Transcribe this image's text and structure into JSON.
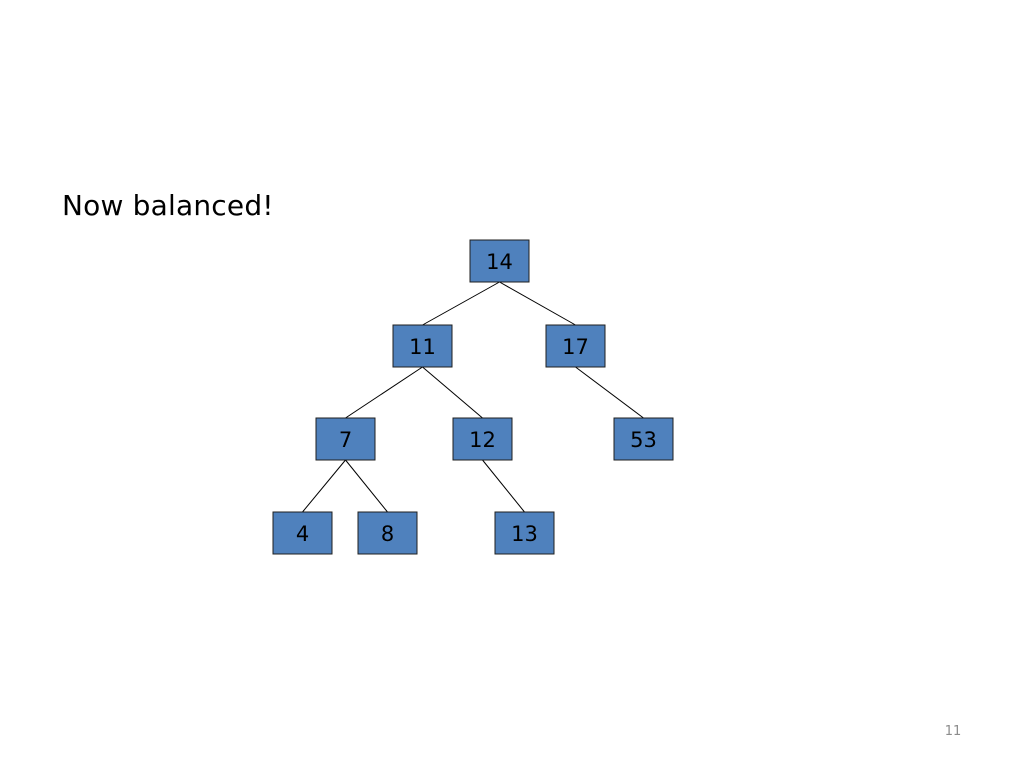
{
  "slide": {
    "heading": "Now balanced!",
    "page_number": "11"
  },
  "tree": {
    "node_fill": "#4f81bd",
    "node_border": "#1f1f1f",
    "edge_color": "#000000",
    "nodes": [
      {
        "id": "n14",
        "label": "14"
      },
      {
        "id": "n11",
        "label": "11"
      },
      {
        "id": "n17",
        "label": "17"
      },
      {
        "id": "n7",
        "label": "7"
      },
      {
        "id": "n12",
        "label": "12"
      },
      {
        "id": "n53",
        "label": "53"
      },
      {
        "id": "n4",
        "label": "4"
      },
      {
        "id": "n8",
        "label": "8"
      },
      {
        "id": "n13",
        "label": "13"
      }
    ],
    "edges": [
      {
        "from": "n14",
        "to": "n11"
      },
      {
        "from": "n14",
        "to": "n17"
      },
      {
        "from": "n11",
        "to": "n7"
      },
      {
        "from": "n11",
        "to": "n12"
      },
      {
        "from": "n17",
        "to": "n53"
      },
      {
        "from": "n7",
        "to": "n4"
      },
      {
        "from": "n7",
        "to": "n8"
      },
      {
        "from": "n12",
        "to": "n13"
      }
    ]
  }
}
